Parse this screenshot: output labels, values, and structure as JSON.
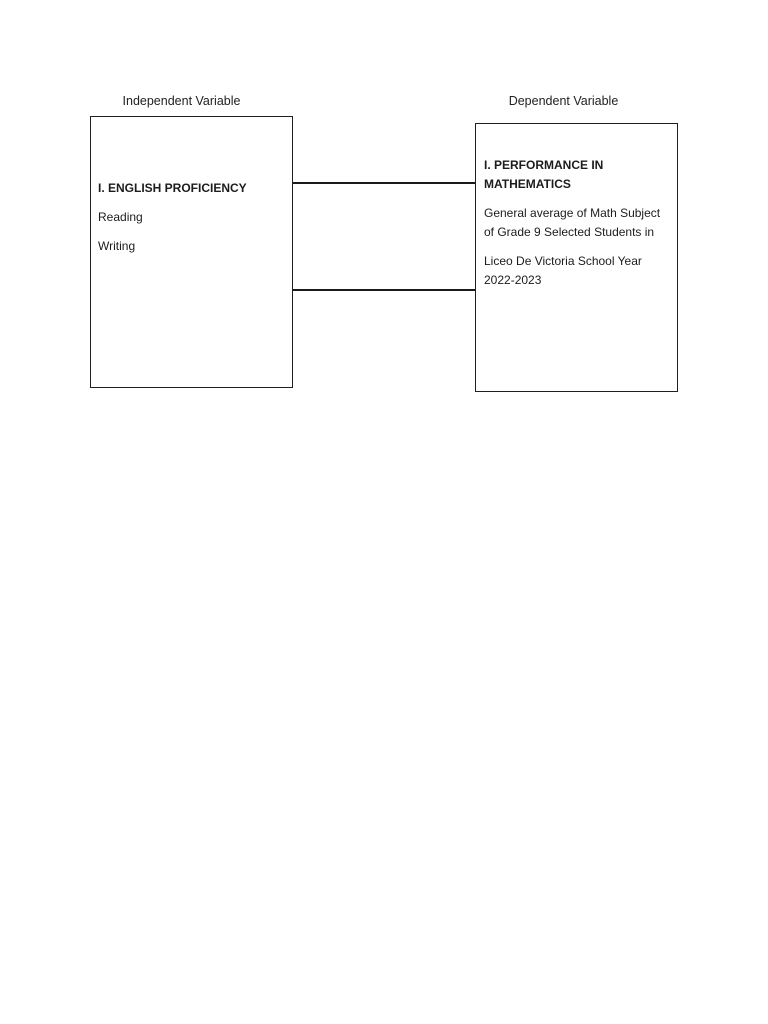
{
  "page": {
    "background": "#ffffff",
    "ink": "#1c1c1c",
    "border_color": "#1f1f1f",
    "connector_color": "#1a1a1a"
  },
  "independent": {
    "heading": "Independent Variable",
    "box": {
      "title": "I. ENGLISH PROFICIENCY",
      "items": [
        "Reading",
        "Writing"
      ]
    }
  },
  "dependent": {
    "heading": "Dependent Variable",
    "box": {
      "title_lines": [
        "I. PERFORMANCE IN",
        "MATHEMATICS"
      ],
      "body": [
        [
          "General average of Math Subject",
          "of Grade 9 Selected Students in"
        ],
        [
          "Liceo De Victoria School Year",
          "2022-2023"
        ]
      ]
    }
  },
  "connectors": {
    "count": 2,
    "names": [
      "top-connector-line",
      "bottom-connector-line"
    ]
  }
}
